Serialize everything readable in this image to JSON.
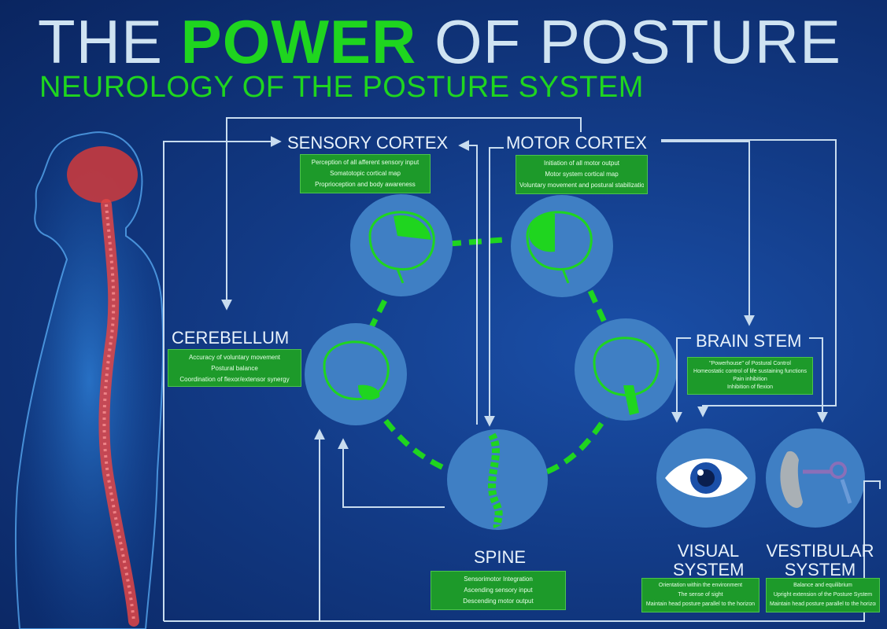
{
  "title": {
    "part1": "THE ",
    "part2": "POWER",
    "part3": " OF POSTURE"
  },
  "subtitle": "NEUROLOGY OF THE POSTURE SYSTEM",
  "nodes": {
    "sensory_cortex": {
      "label": "SENSORY CORTEX",
      "items": [
        "Perception of all afferent sensory input",
        "Somatotopic cortical map",
        "Proprioception and body awareness"
      ]
    },
    "motor_cortex": {
      "label": "MOTOR CORTEX",
      "items": [
        "Initiation of all motor output",
        "Motor system cortical map",
        "Voluntary movement and postural stabilization"
      ]
    },
    "cerebellum": {
      "label": "CEREBELLUM",
      "items": [
        "Accuracy of voluntary movement",
        "Postural balance",
        "Coordination of flexor/extensor synergy"
      ]
    },
    "brain_stem": {
      "label": "BRAIN STEM",
      "items": [
        "\"Powerhouse\" of Postural Control",
        "Homeostatic control of life sustaining functions",
        "Pain inhibition",
        "Inhibition of flexion"
      ]
    },
    "spine": {
      "label": "SPINE",
      "items": [
        "Sensorimotor Integration",
        "Ascending sensory input",
        "Descending motor output"
      ]
    },
    "visual_system": {
      "label_line1": "VISUAL",
      "label_line2": "SYSTEM",
      "items": [
        "Orientation within the environment",
        "The sense of sight",
        "Maintain head posture parallel to the horizon"
      ]
    },
    "vestibular_system": {
      "label_line1": "VESTIBULAR",
      "label_line2": "SYSTEM",
      "items": [
        "Balance and equilibrium",
        "Upright extension of the Posture System",
        "Maintain head posture parallel to the horizon"
      ]
    }
  },
  "colors": {
    "background": "#123a85",
    "accent_green": "#1fd51f",
    "box_green": "#1d9a2a",
    "circle_blue": "#3f7fc4",
    "arrow": "#c8dcef"
  },
  "icons": {
    "sensory_circle": "brain-parietal-icon",
    "motor_circle": "brain-frontal-icon",
    "cerebellum_circle": "brain-cerebellum-icon",
    "brainstem_circle": "brain-stem-icon",
    "spine_circle": "spine-icon",
    "visual_circle": "eye-icon",
    "vestibular_circle": "inner-ear-icon",
    "figure": "human-spine-figure"
  }
}
